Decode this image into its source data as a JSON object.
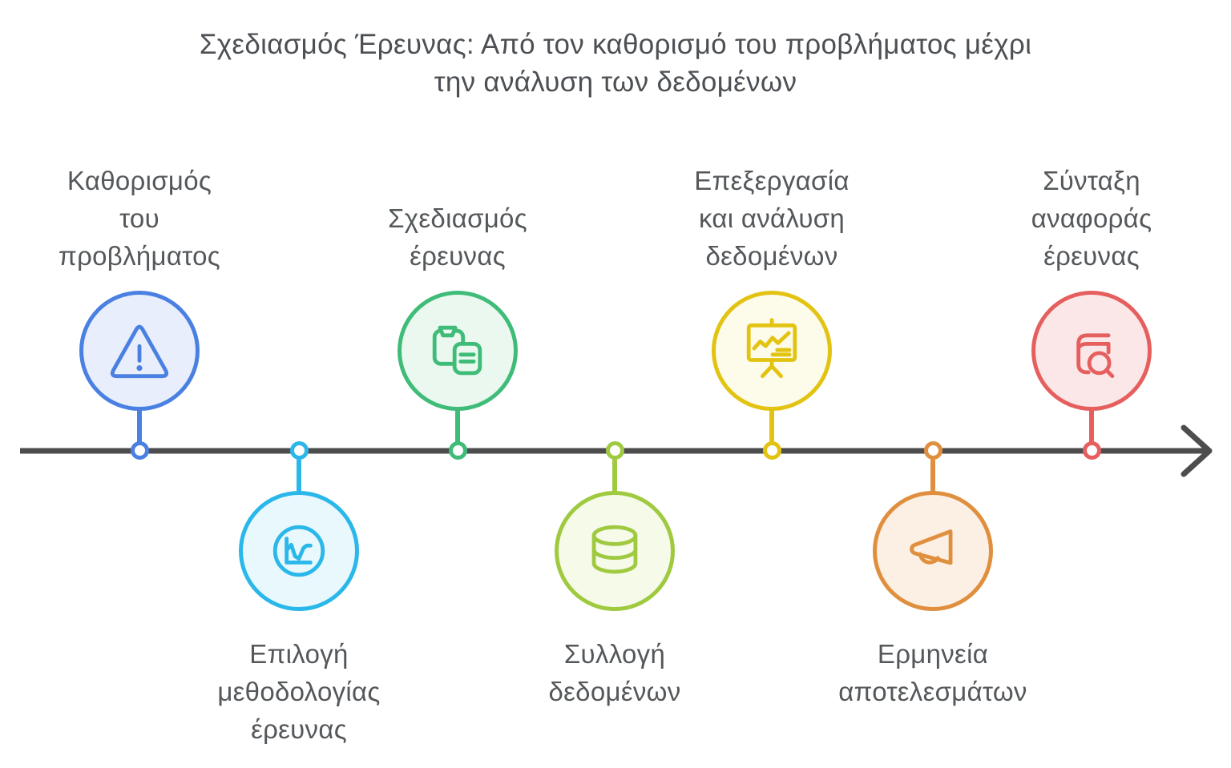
{
  "title": "Σχεδιασμός Έρευνας: Από τον καθορισμό του προβλήματος μέχρι\nτην ανάλυση των δεδομένων",
  "colors": {
    "background": "#ffffff",
    "axis": "#4d4d4d",
    "title_text": "#4c5054",
    "label_text": "#54585b"
  },
  "timeline": {
    "direction": "left-to-right",
    "node_count": 7,
    "arrow": "right"
  },
  "nodes": [
    {
      "label": "Καθορισμός\nτου\nπροβλήματος",
      "icon": "warning-triangle-icon",
      "position": "above",
      "stroke_color": "#4a80e2",
      "fill_color": "#e8eefb"
    },
    {
      "label": "Επιλογή\nμεθοδολογίας\nέρευνας",
      "icon": "line-chart-icon",
      "position": "below",
      "stroke_color": "#2ab7e9",
      "fill_color": "#e9f8fd"
    },
    {
      "label": "Σχεδιασμός\nέρευνας",
      "icon": "clipboard-document-icon",
      "position": "above",
      "stroke_color": "#3fbc77",
      "fill_color": "#eaf8f0"
    },
    {
      "label": "Συλλογή\nδεδομένων",
      "icon": "database-icon",
      "position": "below",
      "stroke_color": "#9fca40",
      "fill_color": "#f6fae9"
    },
    {
      "label": "Επεξεργασία\nκαι ανάλυση\nδεδομένων",
      "icon": "presentation-chart-icon",
      "position": "above",
      "stroke_color": "#e3c312",
      "fill_color": "#fdfbea"
    },
    {
      "label": "Ερμηνεία\nαποτελεσμάτων",
      "icon": "megaphone-icon",
      "position": "below",
      "stroke_color": "#df8f3e",
      "fill_color": "#fcf0e4"
    },
    {
      "label": "Σύνταξη\nαναφοράς\nέρευνας",
      "icon": "book-magnifier-icon",
      "position": "above",
      "stroke_color": "#e65f5f",
      "fill_color": "#fbe7e7"
    }
  ]
}
